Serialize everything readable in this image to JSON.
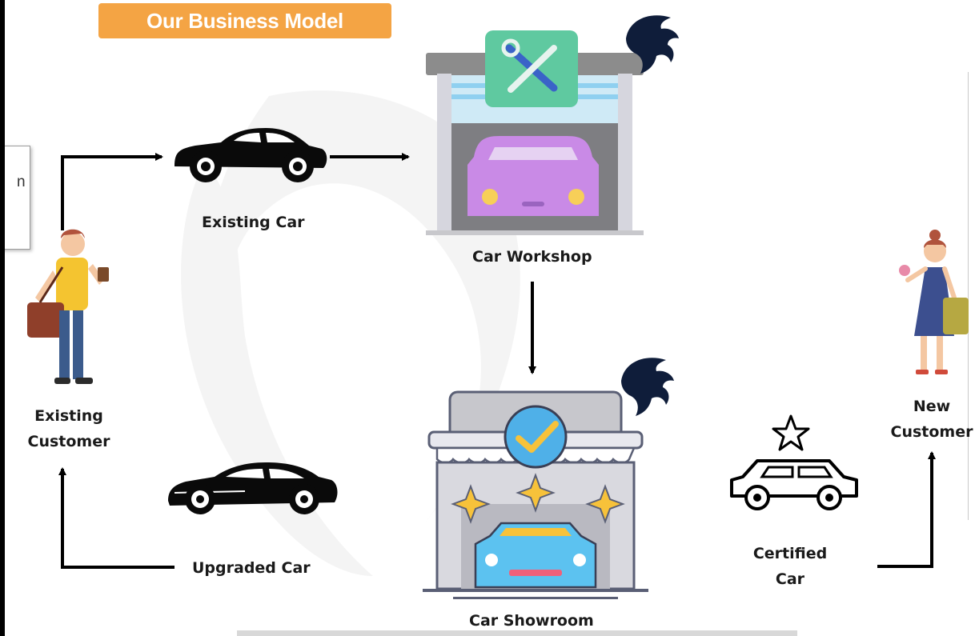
{
  "title": "Our Business Model",
  "side_panel_text": "n",
  "nodes": {
    "existing_car": "Existing Car",
    "car_workshop": "Car Workshop",
    "existing_customer": [
      "Existing",
      "Customer"
    ],
    "car_showroom": "Car Showroom",
    "upgraded_car": "Upgraded Car",
    "certified_car": [
      "Certified",
      "Car"
    ],
    "new_customer": [
      "New",
      "Customer"
    ]
  },
  "colors": {
    "title_bg": "#f4a444",
    "workshop_sign": "#5fc9a0",
    "workshop_car": "#c98ae6",
    "showroom_check": "#4fb0e8",
    "showroom_star": "#f7c23a",
    "showroom_car": "#5cc2f0",
    "arrow": "#000000"
  }
}
